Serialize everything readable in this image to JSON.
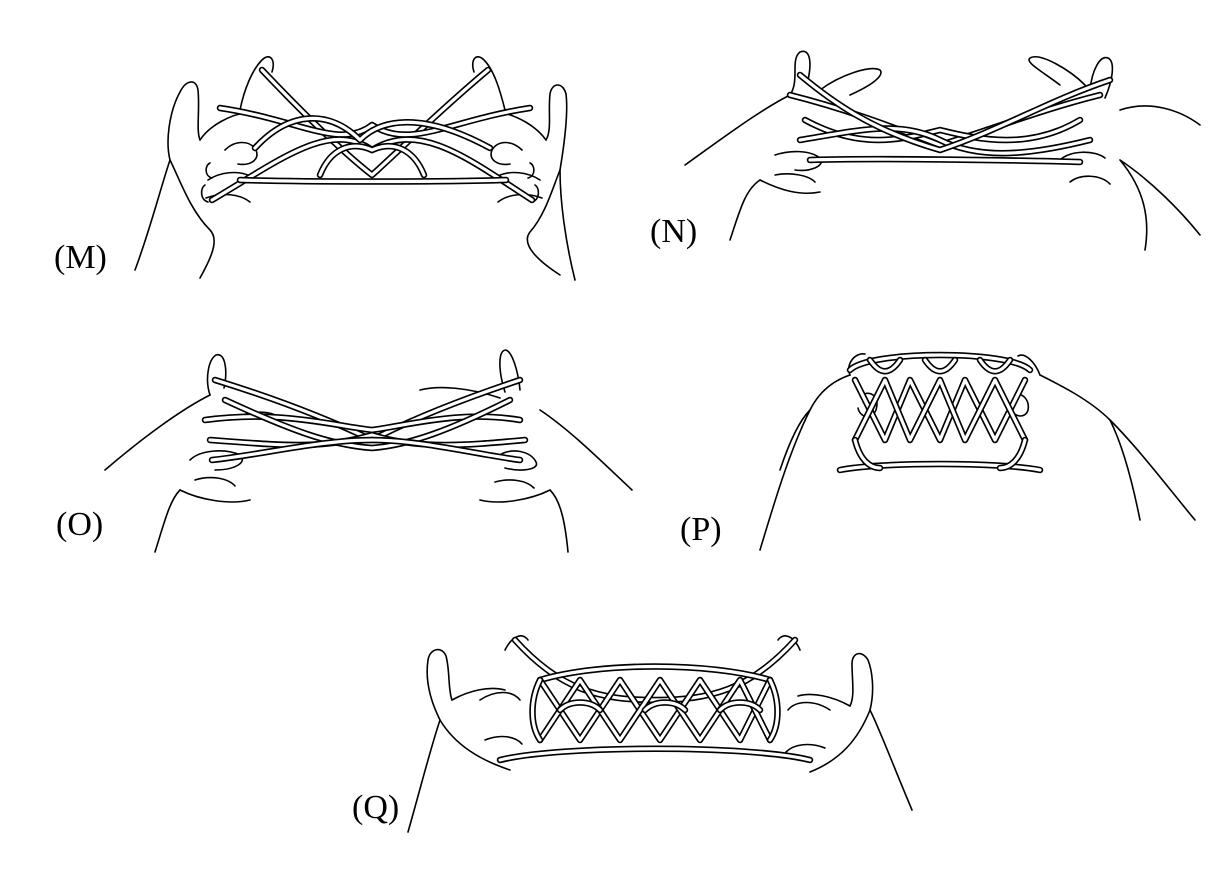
{
  "figures": [
    {
      "id": "M",
      "label": "(M)",
      "pattern": "x-weave"
    },
    {
      "id": "N",
      "label": "(N)",
      "pattern": "x-weave-tilted"
    },
    {
      "id": "O",
      "label": "(O)",
      "pattern": "x-weave-narrow"
    },
    {
      "id": "P",
      "label": "(P)",
      "pattern": "net-loops"
    },
    {
      "id": "Q",
      "label": "(Q)",
      "pattern": "net-diamonds"
    }
  ],
  "colors": {
    "ink": "#000000",
    "paper": "#ffffff"
  }
}
